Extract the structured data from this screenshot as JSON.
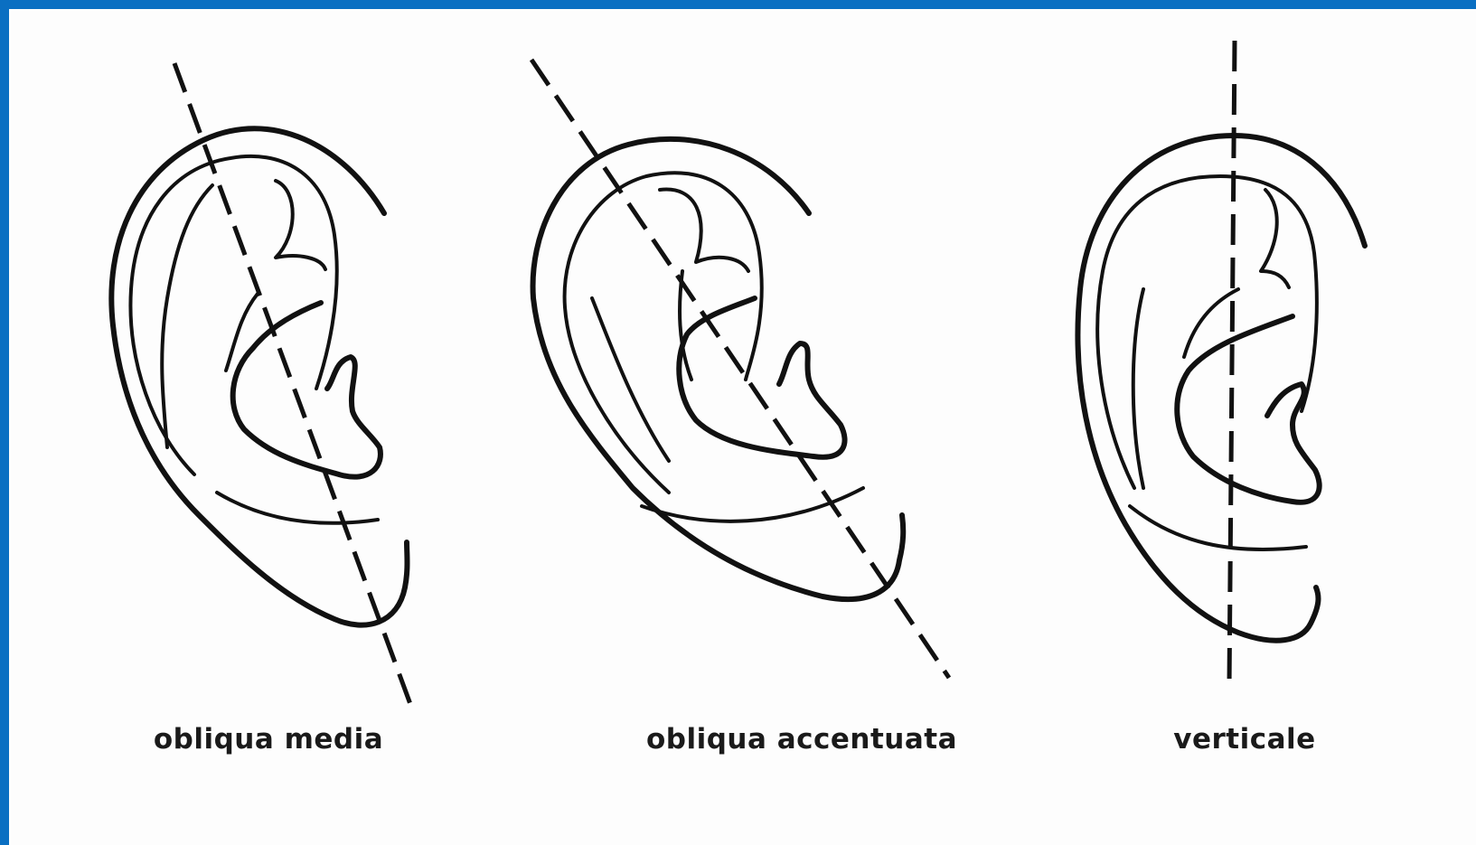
{
  "figure": {
    "panels": [
      {
        "id": "oblique-medium",
        "caption": "obliqua media",
        "axis": "moderately oblique"
      },
      {
        "id": "oblique-accentuated",
        "caption": "obliqua accentuata",
        "axis": "strongly oblique"
      },
      {
        "id": "vertical",
        "caption": "verticale",
        "axis": "vertical"
      }
    ],
    "colors": {
      "frame": "#0a6fc2",
      "background": "#fdfdfd",
      "ink": "#111111"
    }
  }
}
